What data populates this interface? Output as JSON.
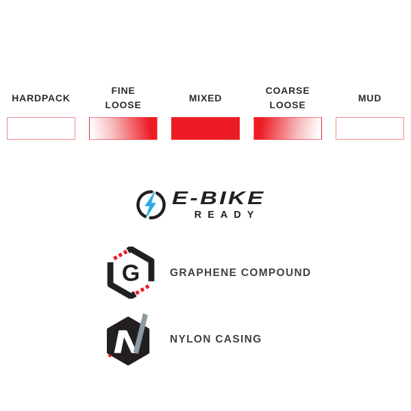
{
  "terrain": {
    "items": [
      {
        "id": "hardpack",
        "lines": [
          "HARDPACK"
        ],
        "fill": "empty",
        "suitability": "not suited"
      },
      {
        "id": "fine-loose",
        "lines": [
          "FINE",
          "LOOSE"
        ],
        "fill": "grad-right",
        "suitability": "partially suited"
      },
      {
        "id": "mixed",
        "lines": [
          "MIXED"
        ],
        "fill": "solid",
        "suitability": "ideal"
      },
      {
        "id": "coarse-loose",
        "lines": [
          "COARSE",
          "LOOSE"
        ],
        "fill": "grad-left",
        "suitability": "partially suited"
      },
      {
        "id": "mud",
        "lines": [
          "MUD"
        ],
        "fill": "empty",
        "suitability": "not suited"
      }
    ]
  },
  "badges": {
    "ebike": {
      "title": "E-BIKE",
      "subtitle": "READY",
      "icon": "lightning-bolt-circle-icon"
    },
    "graphene": {
      "label": "GRAPHENE COMPOUND",
      "icon": "hexagon-g-icon",
      "letter": "G"
    },
    "nylon": {
      "label": "NYLON CASING",
      "icon": "hexagon-n-icon"
    }
  },
  "colors": {
    "red": "#ED1C24",
    "pink_border": "#F2898C",
    "blue": "#29ABE2",
    "dark": "#231F20",
    "slash_gray": "#8C9BA1",
    "label_text": "#404042",
    "terrain_text": "#2D2A2B"
  }
}
